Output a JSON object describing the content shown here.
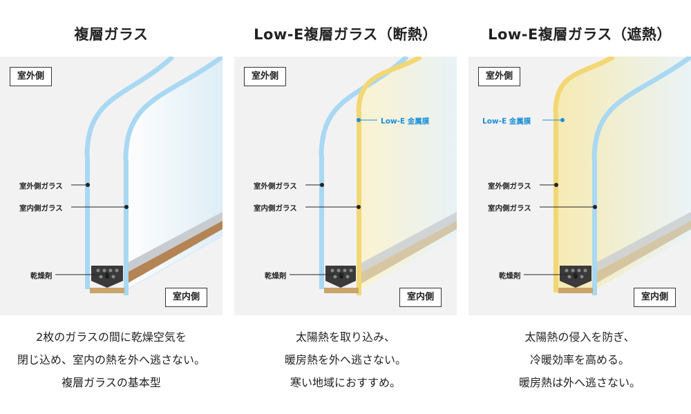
{
  "panels": [
    {
      "title": "複層ガラス",
      "outside_label": "室外側",
      "inside_label": "室内側",
      "callouts": {
        "outer_glass": "室外側ガラス",
        "inner_glass": "室内側ガラス",
        "desiccant": "乾燥剤"
      },
      "description": [
        "2枚のガラスの間に乾燥空気を",
        "閉じ込め、室内の熱を外へ逃さない。",
        "複層ガラスの基本型"
      ]
    },
    {
      "title": "Low-E複層ガラス（断熱）",
      "outside_label": "室外側",
      "inside_label": "室内側",
      "callouts": {
        "lowe_film": "Low-E 金属膜",
        "outer_glass": "室外側ガラス",
        "inner_glass": "室内側ガラス",
        "desiccant": "乾燥剤"
      },
      "description": [
        "太陽熱を取り込み、",
        "暖房熱を外へ逃さない。",
        "寒い地域におすすめ。"
      ]
    },
    {
      "title": "Low-E複層ガラス（遮熱）",
      "outside_label": "室外側",
      "inside_label": "室内側",
      "callouts": {
        "lowe_film": "Low-E 金属膜",
        "outer_glass": "室外側ガラス",
        "inner_glass": "室内側ガラス",
        "desiccant": "乾燥剤"
      },
      "description": [
        "太陽熱の侵入を防ぎ、",
        "冷暖効率を高める。",
        "暖房熱は外へ逃さない。"
      ]
    }
  ],
  "colors": {
    "glass_edge": "#a9d8f2",
    "glass_fill": "#e8f4fb",
    "lowe_film": "#f2d774",
    "lowe_accent": "#1a8fd8",
    "spacer": "#3a3a3a",
    "sealant": "#c9a46b",
    "background": "#f2f2f2"
  }
}
